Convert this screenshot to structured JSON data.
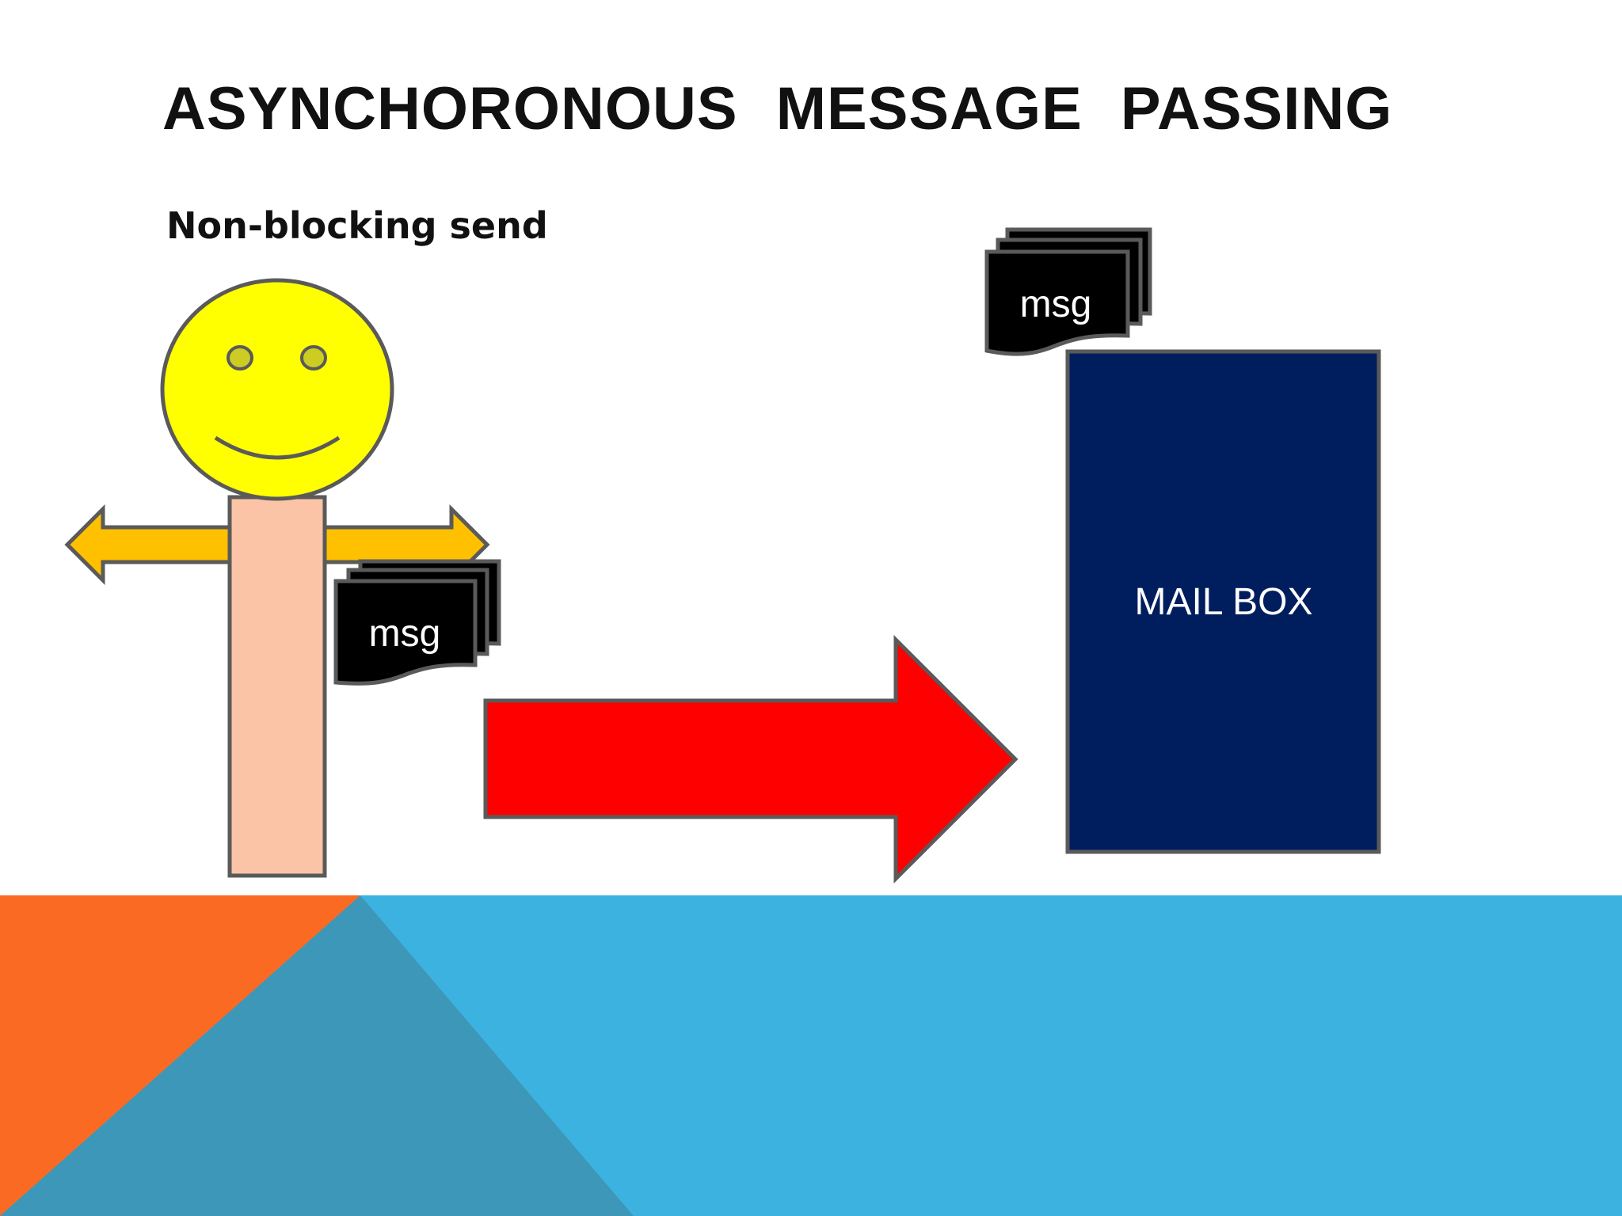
{
  "slide": {
    "title": "ASYNCHORONOUS  MESSAGE  PASSING",
    "subtitle": "Non-blocking send"
  },
  "diagram": {
    "mailbox_label": "MAIL BOX",
    "sender_message_label": "msg",
    "mailbox_message_label": "msg"
  },
  "colors": {
    "face": "#FFFF00",
    "eyes": "#CCCC22",
    "body": "#FCC4A6",
    "double_arrow": "#FFC000",
    "send_arrow": "#FF0000",
    "mailbox": "#001E5E",
    "message_sheet": "#000000",
    "outline": "#5A5A5A",
    "footer_blue": "#3CB2E0",
    "footer_orange": "#FA6A22",
    "footer_teal": "#3D97B8"
  }
}
